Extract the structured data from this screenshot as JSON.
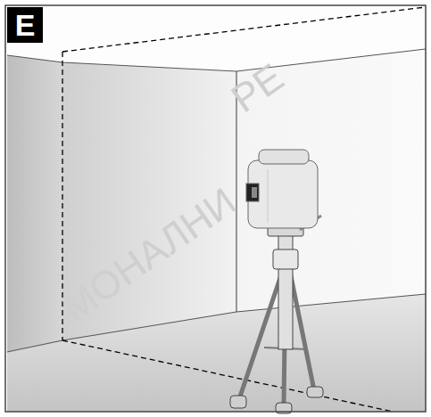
{
  "diagram": {
    "nodes": [
      {
        "text": [
          "E"
        ]
      }
    ],
    "labels": [
      "МОНАЛНИ",
      "РЕ"
    ]
  }
}
